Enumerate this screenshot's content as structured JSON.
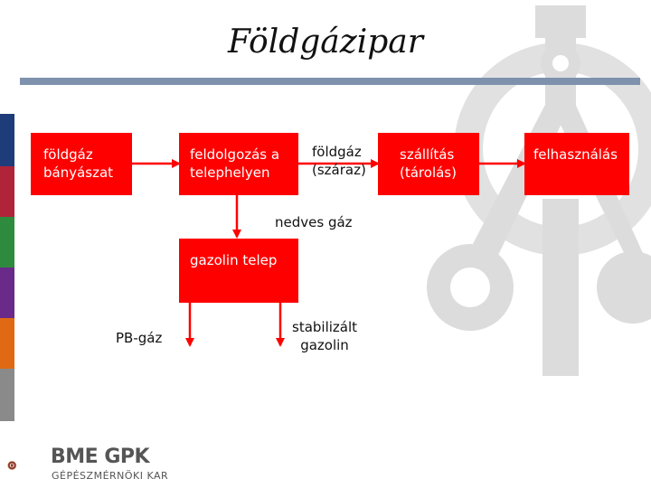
{
  "title": "Földgázipar",
  "colors": {
    "accent_bar": "#7f92ad",
    "box_fill": "#ff0000",
    "box_text": "#ffffff",
    "label_text": "#111111",
    "side_strip": [
      "#1f3c7a",
      "#b0243a",
      "#2e8b3e",
      "#6a2a8a",
      "#e06a14",
      "#8a8a8a"
    ]
  },
  "diagram": {
    "boxes": {
      "mining": "földgáz\nbányászat",
      "processing": "feldolgozás a\ntelephelyen",
      "transport": "szállítás\n(tárolás)",
      "usage": "felhasználás",
      "gasoline_plant": "gazolin telep"
    },
    "labels": {
      "dry_gas": "földgáz\n(száraz)",
      "wet_gas": "nedves gáz",
      "lpg": "PB-gáz",
      "stabilized": "stabilizált\ngazolin"
    }
  },
  "footer": {
    "brand": "BME GPK",
    "faculty": "GÉPÉSZMÉRNÖKI KAR"
  },
  "icons": {
    "background": "compass-gear-logo-icon",
    "footer_seal": "university-seal-icon"
  }
}
